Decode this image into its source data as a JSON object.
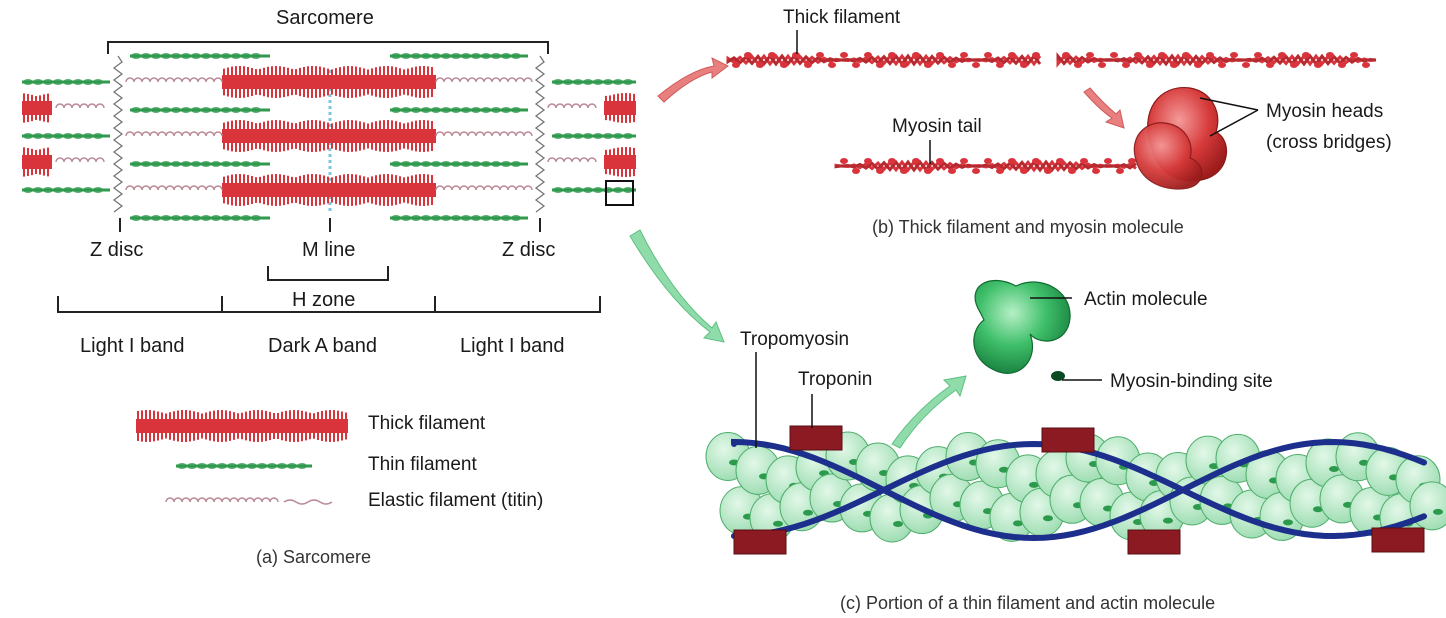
{
  "panel_a": {
    "sarcomere": "Sarcomere",
    "z_disc_left": "Z disc",
    "m_line": "M line",
    "z_disc_right": "Z disc",
    "h_zone": "H zone",
    "light_i_band_left": "Light I band",
    "dark_a_band": "Dark A band",
    "light_i_band_right": "Light I band",
    "legend": {
      "thick": "Thick filament",
      "thin": "Thin filament",
      "elastic": "Elastic filament (titin)"
    },
    "caption": "(a) Sarcomere"
  },
  "panel_b": {
    "thick_filament": "Thick filament",
    "myosin_tail": "Myosin tail",
    "myosin_heads_line1": "Myosin heads",
    "myosin_heads_line2": "(cross bridges)",
    "caption": "(b) Thick filament and myosin molecule"
  },
  "panel_c": {
    "actin_molecule": "Actin molecule",
    "myosin_binding_site": "Myosin-binding site",
    "tropomyosin": "Tropomyosin",
    "troponin": "Troponin",
    "caption": "(c) Portion of a thin filament and actin molecule"
  },
  "colors": {
    "thick": "#d9343c",
    "thin": "#2f9a4e",
    "titin": "#b98a96",
    "arrow_red": "#e88080",
    "arrow_green": "#8fdcaa",
    "actin": "#bfeccb",
    "tropomyosin": "#1c2f8c",
    "troponin": "#8c1a22"
  }
}
